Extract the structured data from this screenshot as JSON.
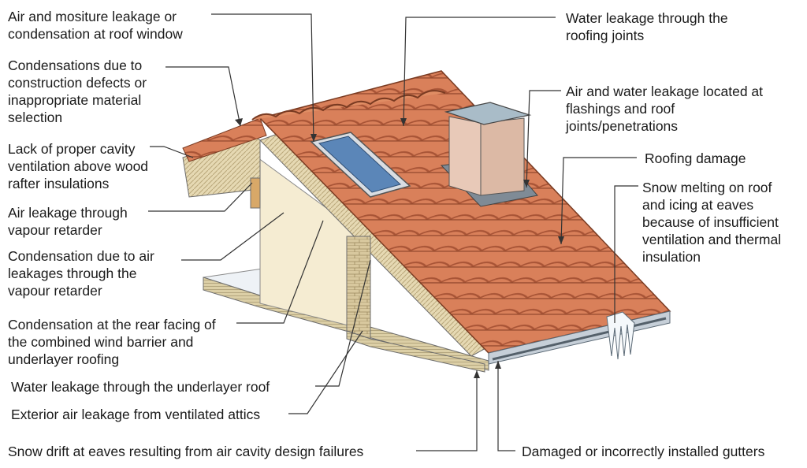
{
  "labels": {
    "window_leak": "Air and mositure leakage or\ncondensation at roof window",
    "construction_defects": "Condensations due to\nconstruction defects or\ninappropriate material\nselection",
    "cavity_ventilation": "Lack of proper cavity\nventilation above wood\nrafter insulations",
    "vapour_air_leak": "Air leakage through\nvapour retarder",
    "vapour_condensation": "Condensation due to air\nleakages through the\nvapour retarder",
    "rear_facing": "Condensation at the rear facing of\nthe combined wind barrier and\nunderlayer roofing",
    "underlayer_leak": "Water leakage through the underlayer roof",
    "attic_leak": "Exterior air leakage from ventilated attics",
    "snow_drift": "Snow drift at eaves resulting from air cavity design failures",
    "roofing_joints": "Water leakage through the\nroofing joints",
    "flashings": "Air and water leakage located at\nflashings and roof\njoints/penetrations",
    "roofing_damage": "Roofing damage",
    "snow_melting": "Snow melting on roof\nand icing at eaves\nbecause of insufficient\nventilation and thermal\ninsulation",
    "gutters": "Damaged or incorrectly installed gutters"
  },
  "colors": {
    "tile": "#d9805a",
    "tile_dark": "#b45c3a",
    "tile_light": "#eaa07e",
    "insulation": "#e6d9b3",
    "brick": "#c9b88c",
    "chimney": "#e8c9b8",
    "chimney_cap": "#8fa3b0",
    "window_glass": "#5b86b8",
    "line": "#222222"
  }
}
